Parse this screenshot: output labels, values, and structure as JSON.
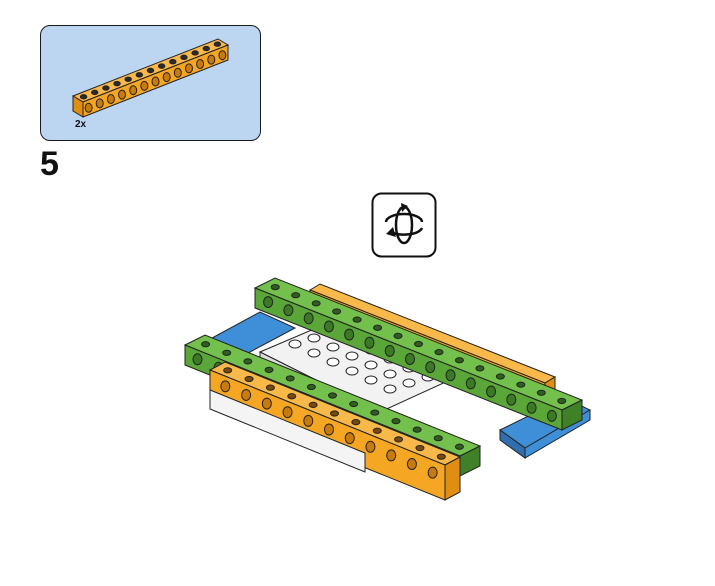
{
  "parts_callout": {
    "quantity": "2x",
    "part_icon": "orange-technic-beam-13-hole-icon"
  },
  "step": {
    "number": "5"
  },
  "rotate_indicator": {
    "icon": "rotate-model-icon"
  },
  "model": {
    "icon": "assembled-frame-model",
    "colors": {
      "orange": "#f5a623",
      "green": "#5ba638",
      "blue": "#3f8fd8",
      "white": "#f4f4f4",
      "callout_bg": "#bcd6f2"
    }
  }
}
